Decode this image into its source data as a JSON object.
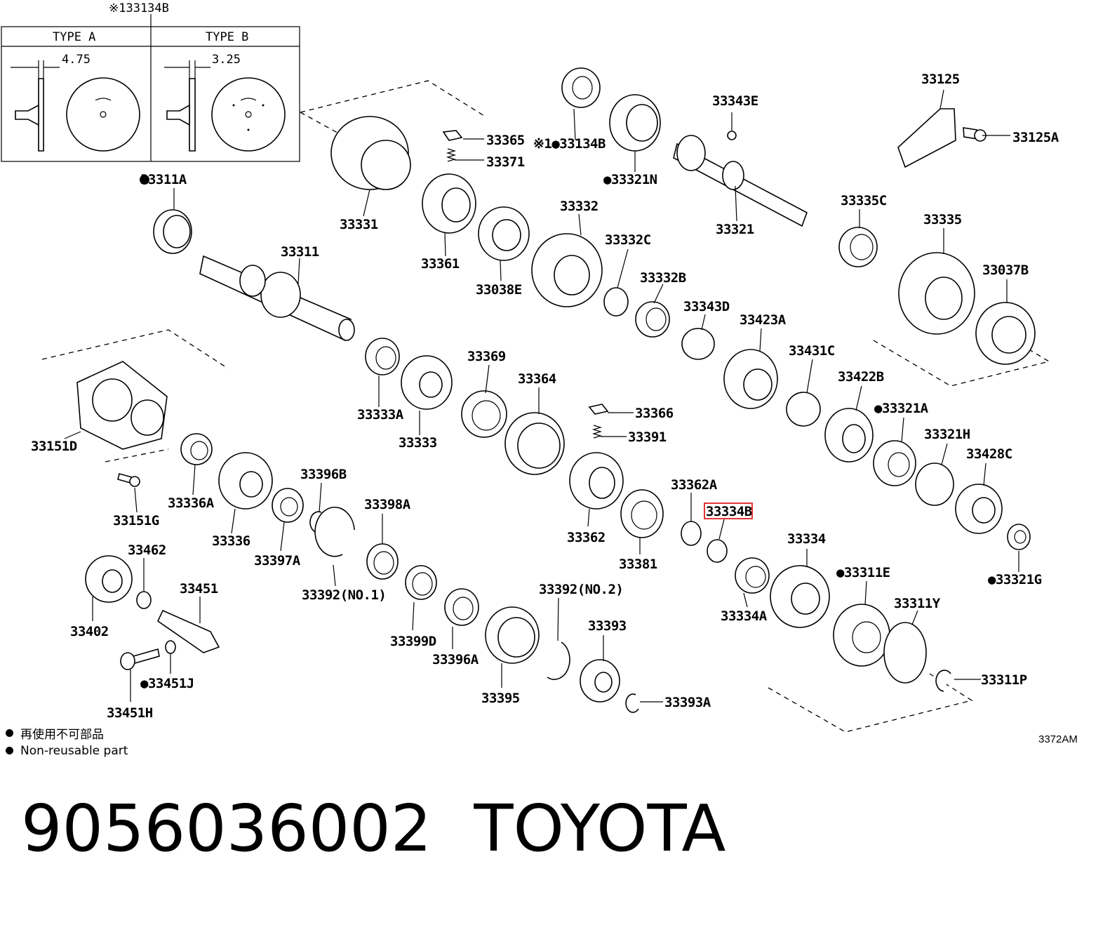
{
  "inset": {
    "header": "※133134B",
    "type_a": "TYPE A",
    "type_b": "TYPE B",
    "dim_a": "4.75",
    "dim_b": "3.25"
  },
  "parts": {
    "p33311A": "33311A",
    "p33331": "33331",
    "p33365": "33365",
    "p33371": "33371",
    "p33134B": "※1●33134B",
    "p33321N": "●33321N",
    "p33343E": "33343E",
    "p33125": "33125",
    "p33125A": "33125A",
    "p33311": "33311",
    "p33361": "33361",
    "p33332": "33332",
    "p33321": "33321",
    "p33335C": "33335C",
    "p33335": "33335",
    "p33038E": "33038E",
    "p33332C": "33332C",
    "p33332B": "33332B",
    "p33037B": "33037B",
    "p33343D": "33343D",
    "p33423A": "33423A",
    "p33431C": "33431C",
    "p33369": "33369",
    "p33364": "33364",
    "p33422B": "33422B",
    "p33321A": "●33321A",
    "p33333A": "33333A",
    "p33333": "33333",
    "p33366": "33366",
    "p33391": "33391",
    "p33321H": "33321H",
    "p33151D": "33151D",
    "p33428C": "33428C",
    "p33396B": "33396B",
    "p33398A": "33398A",
    "p33362A": "33362A",
    "p33334B": "33334B",
    "p33336A": "33336A",
    "p33151G": "33151G",
    "p33336": "33336",
    "p33397A": "33397A",
    "p33362": "33362",
    "p33334": "33334",
    "p33321G": "●33321G",
    "p33381": "33381",
    "p33462": "33462",
    "p33311E": "●33311E",
    "p33451": "33451",
    "p33392no1": "33392(NO.1)",
    "p33392no2": "33392(NO.2)",
    "p33334A": "33334A",
    "p33311Y": "33311Y",
    "p33402": "33402",
    "p33393": "33393",
    "p33399D": "33399D",
    "p33396A": "33396A",
    "p33451J": "●33451J",
    "p33395": "33395",
    "p33311P": "33311P",
    "p33393A": "33393A",
    "p33451H": "33451H"
  },
  "legend": {
    "line1": "再使用不可部品",
    "line2": "Non-reusable part"
  },
  "figure_code": "3372AM",
  "footer": {
    "part_number": "9056036002",
    "brand": "TOYOTA"
  },
  "highlight_color": "#e02020"
}
